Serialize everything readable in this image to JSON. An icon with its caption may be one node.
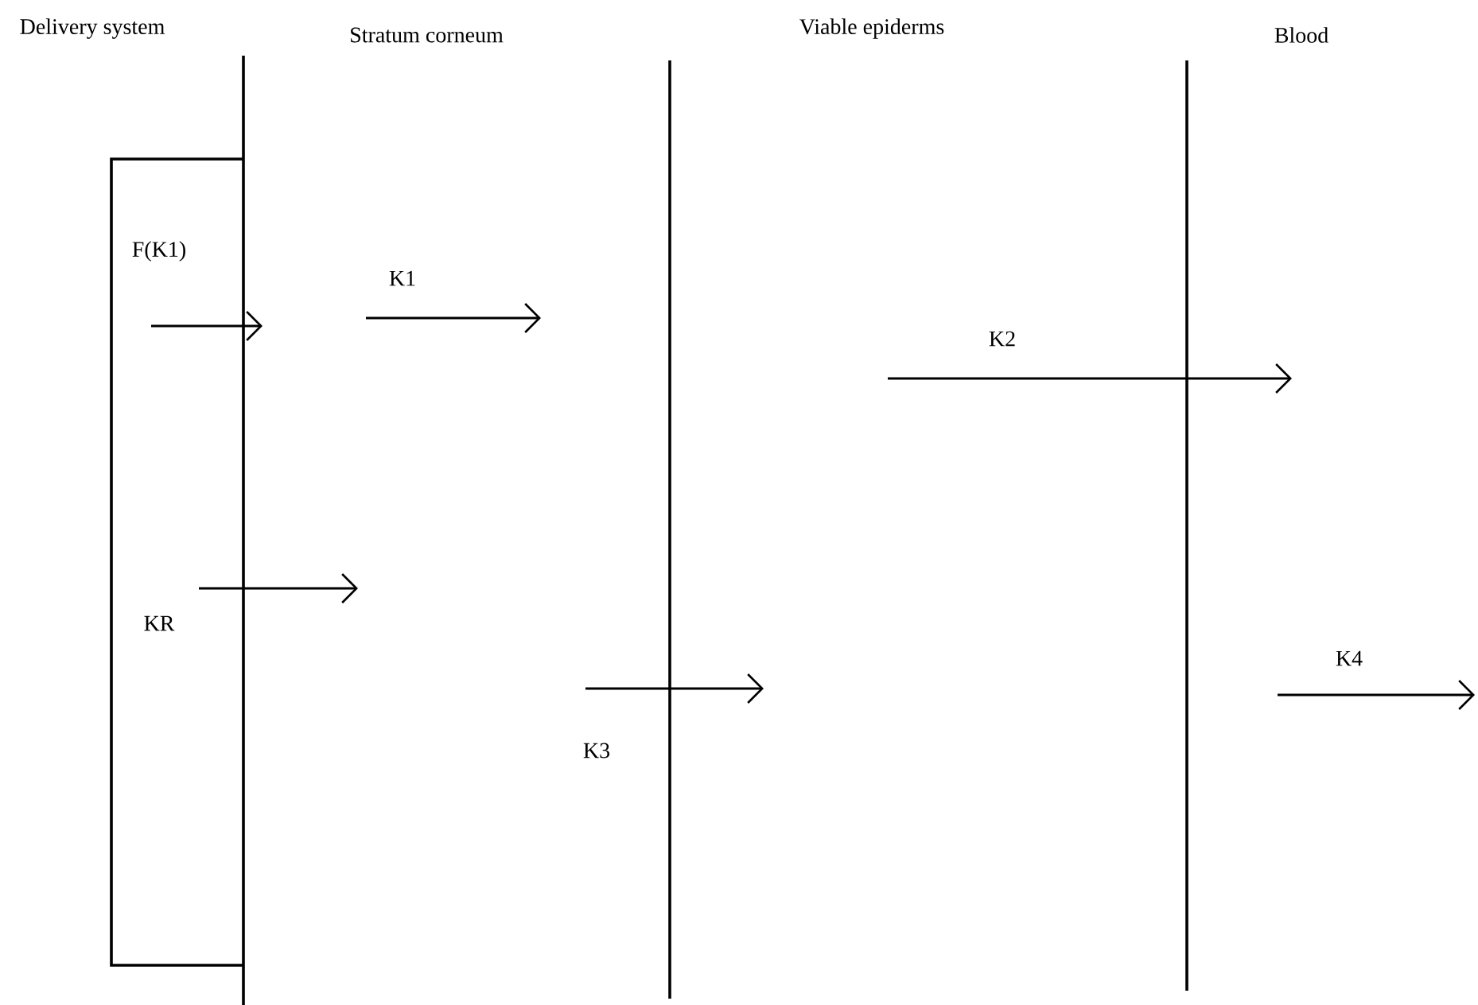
{
  "diagram": {
    "labels": [
      "Delivery system",
      "Stratum corneum",
      "Viable epiderms",
      "Blood",
      "F(K1)",
      "K1",
      "K2",
      "KR",
      "K4",
      "K3"
    ]
  }
}
